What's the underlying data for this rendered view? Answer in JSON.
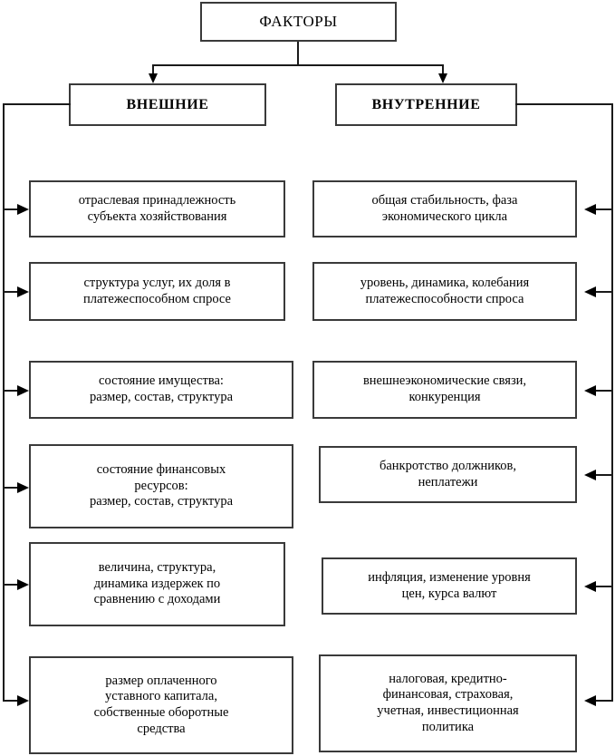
{
  "diagram": {
    "title": "ФАКТОРЫ",
    "branches": {
      "left": "ВНЕШНИЕ",
      "right": "ВНУТРЕННИЕ"
    },
    "left_items": [
      "отраслевая принадлежность\nсубъекта хозяйствования",
      "структура услуг, их доля в\nплатежеспособном спросе",
      "состояние имущества:\nразмер, состав, структура",
      "состояние финансовых\nресурсов:\nразмер, состав, структура",
      "величина, структура,\nдинамика издержек по\nсравнению с доходами",
      "размер оплаченного\nуставного капитала,\nсобственные оборотные\nсредства"
    ],
    "right_items": [
      "общая стабильность, фаза\nэкономического цикла",
      "уровень, динамика, колебания\nплатежеспособности спроса",
      "внешнеэкономические связи,\nконкуренция",
      "банкротство должников,\nнеплатежи",
      "инфляция, изменение уровня\nцен, курса валют",
      "налоговая,  кредитно-\nфинансовая, страховая,\nучетная, инвестиционная\nполитика"
    ],
    "colors": {
      "box_border": "#3a3a3a",
      "connector": "#1a1a1a",
      "background": "#ffffff",
      "text": "#000000"
    }
  }
}
